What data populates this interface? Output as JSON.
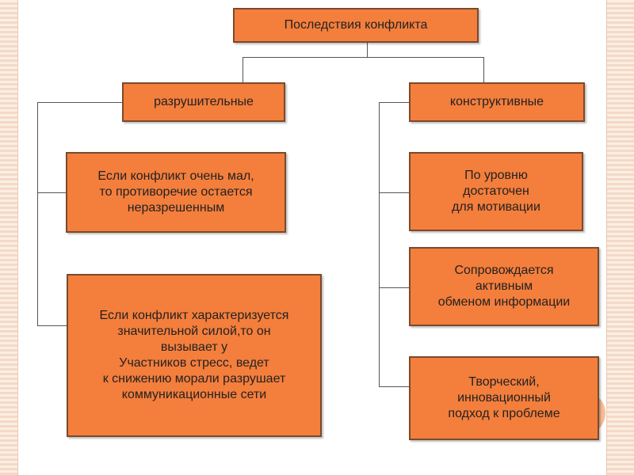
{
  "diagram": {
    "root": "Последствия конфликта",
    "branches": {
      "destructive": {
        "label": "разрушительные",
        "items": [
          "Если конфликт очень мал,\nто противоречие остается\nнеразрешенным",
          "Если конфликт характеризуется\nзначительной силой,то он\nвызывает у\nУчастников стресс, ведет\n к снижению морали разрушает\nкоммуникационные сети"
        ]
      },
      "constructive": {
        "label": "конструктивные",
        "items": [
          "По уровню\nдостаточен\nдля мотивации",
          "Сопровождается\nактивным\n обменом информации",
          "Творческий,\nинновационный\n подход к проблеме"
        ]
      }
    }
  },
  "colors": {
    "box_fill": "#f47e3c",
    "box_border": "#7a4a2c",
    "connector": "#555555",
    "background": "#ffffff"
  }
}
